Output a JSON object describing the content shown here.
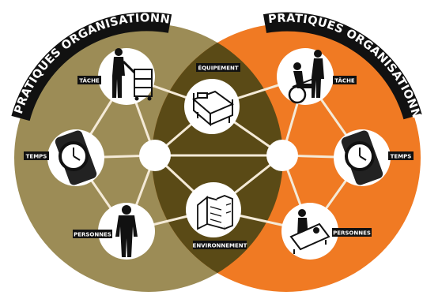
{
  "left_circle": {
    "banner": "PRATIQUES ORGANISATIONNELLES",
    "labels": {
      "task": "TÂCHE",
      "time": "TEMPS",
      "people": "PERSONNES"
    },
    "color": "#9c8c56"
  },
  "right_circle": {
    "banner": "PRATIQUES ORGANISATIONNELLES",
    "labels": {
      "task": "TÂCHE",
      "time": "TEMPS",
      "people": "PERSONNES"
    },
    "color": "#f07a23"
  },
  "shared": {
    "equipment": "ÉQUIPEMENT",
    "environment": "ENVIRONNEMENT",
    "color": "#5a4a16"
  },
  "icons": {
    "left_task": "worker-pushing-cart-icon",
    "left_time": "wristwatch-icon",
    "left_people": "standing-person-icon",
    "equipment": "hospital-bed-icon",
    "environment": "building-icon",
    "right_task": "caregiver-with-wheelchair-icon",
    "right_time": "wristwatch-icon",
    "right_people": "patient-in-bed-icon"
  }
}
